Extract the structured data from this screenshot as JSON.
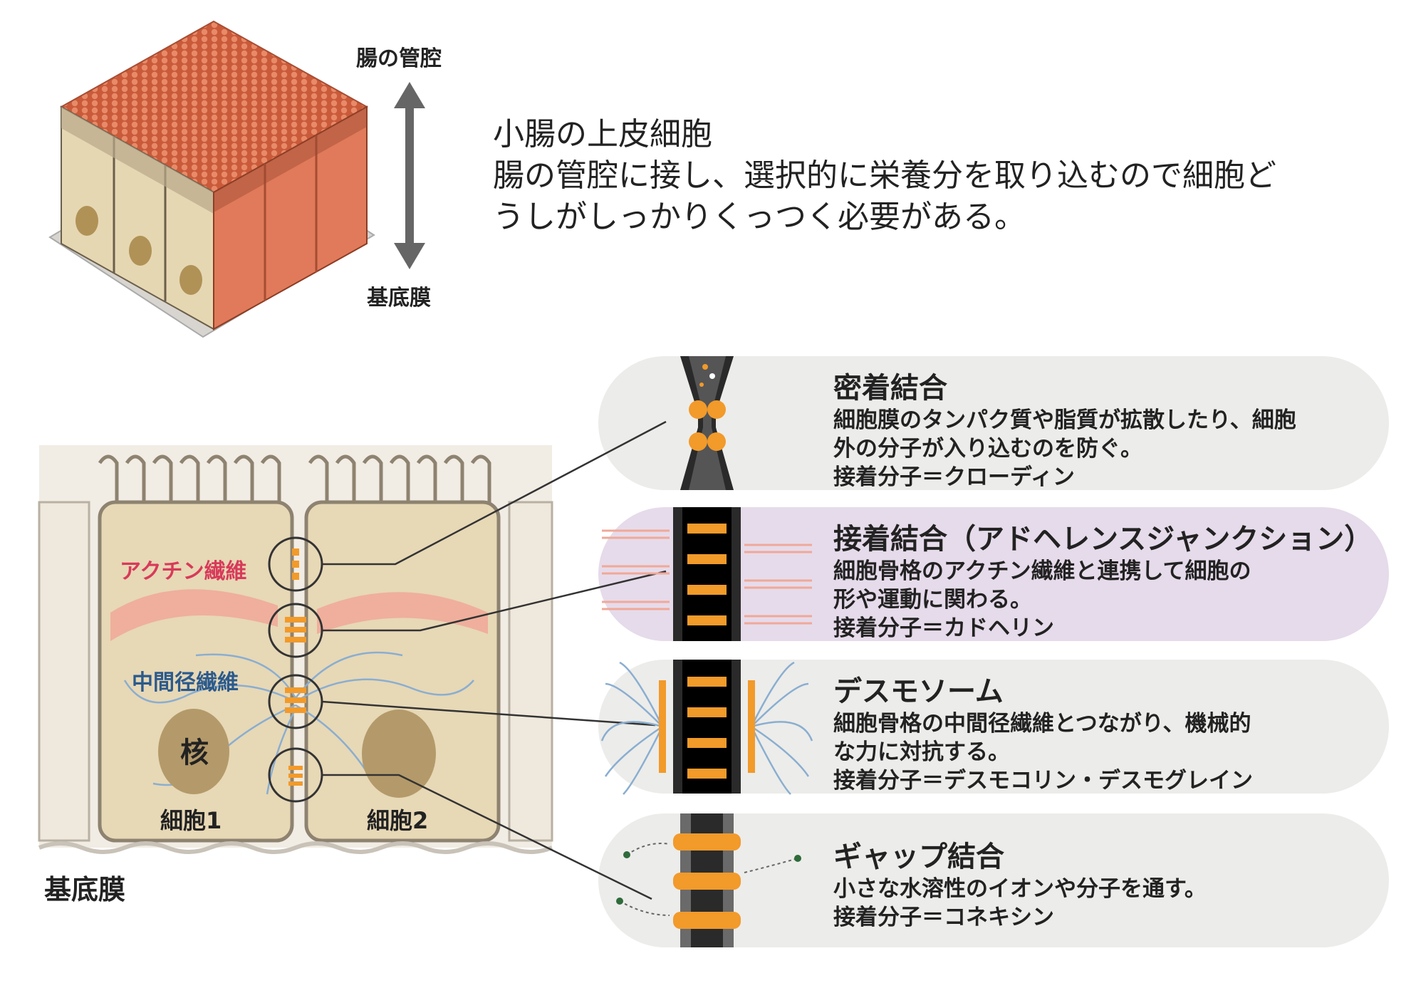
{
  "top_diagram": {
    "lumen_label": "腸の管腔",
    "basement_label": "基底膜"
  },
  "description": {
    "title": "小腸の上皮細胞",
    "line1": "腸の管腔に接し、選択的に栄養分を取り込むので細胞ど",
    "line2": "うしがしっかりくっつく必要がある。"
  },
  "cell_diagram": {
    "actin_label": "アクチン繊維",
    "intermediate_label": "中間径繊維",
    "nucleus_label": "核",
    "cell1_label": "細胞1",
    "cell2_label": "細胞2",
    "basement_label": "基底膜"
  },
  "colors": {
    "cell_fill": "#e7d8b6",
    "cell_border": "#8e8370",
    "villi_red": "#e07a5a",
    "junction_orange": "#f29a2a",
    "actin_pink": "#f0a898",
    "filament_blue": "#8aaed0",
    "panel_gray": "#ececea",
    "panel_purple": "#e6dbea"
  },
  "junctions": [
    {
      "title": "密着結合",
      "lines": [
        "細胞膜のタンパク質や脂質が拡散したり、細胞",
        "外の分子が入り込むのを防ぐ。",
        "接着分子＝クローディン"
      ]
    },
    {
      "title": "接着結合（アドヘレンスジャンクション）",
      "lines": [
        "細胞骨格のアクチン繊維と連携して細胞の",
        "形や運動に関わる。",
        "接着分子＝カドヘリン"
      ]
    },
    {
      "title": "デスモソーム",
      "lines": [
        "細胞骨格の中間径繊維とつながり、機械的",
        "な力に対抗する。",
        "接着分子＝デスモコリン・デスモグレイン"
      ]
    },
    {
      "title": "ギャップ結合",
      "lines": [
        "小さな水溶性のイオンや分子を通す。",
        "接着分子＝コネキシン"
      ]
    }
  ]
}
